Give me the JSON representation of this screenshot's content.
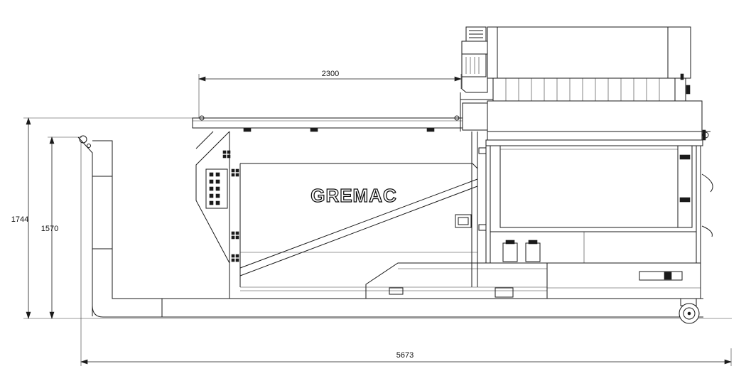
{
  "brand": {
    "logo_text": "GREMAC"
  },
  "dimensions": {
    "top_width": "2300",
    "overall_height": "1744",
    "inner_height": "1570",
    "overall_length": "5673"
  },
  "colors": {
    "line": "#1a1a1a",
    "background": "#ffffff"
  }
}
